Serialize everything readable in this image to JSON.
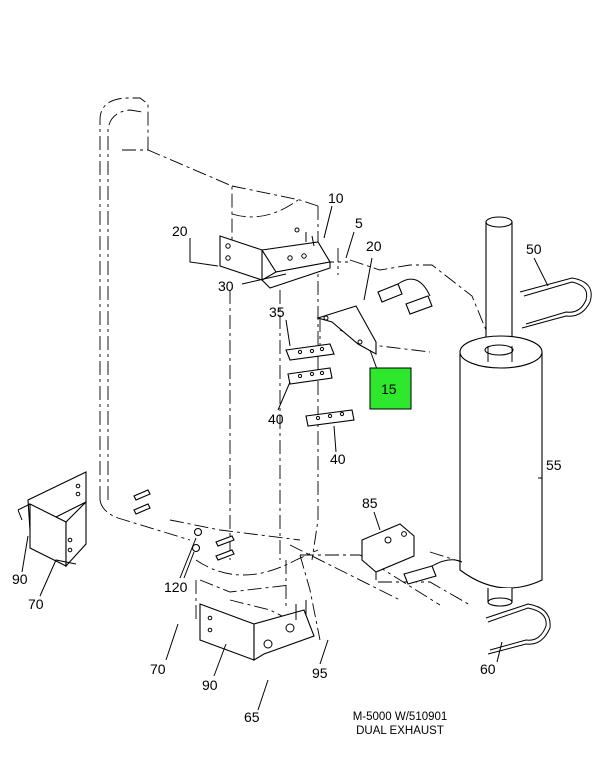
{
  "callouts": {
    "c5": "5",
    "c10": "10",
    "c15": "15",
    "c20a": "20",
    "c20b": "20",
    "c30": "30",
    "c35": "35",
    "c40a": "40",
    "c40b": "40",
    "c50": "50",
    "c55": "55",
    "c60": "60",
    "c65": "65",
    "c70a": "70",
    "c70b": "70",
    "c85": "85",
    "c90a": "90",
    "c90b": "90",
    "c95": "95",
    "c120": "120"
  },
  "highlighted_callout": "15",
  "highlight_color": "#2ee82e",
  "caption": {
    "line1": "M-5000 W/510901",
    "line2": "DUAL EXHAUST"
  }
}
